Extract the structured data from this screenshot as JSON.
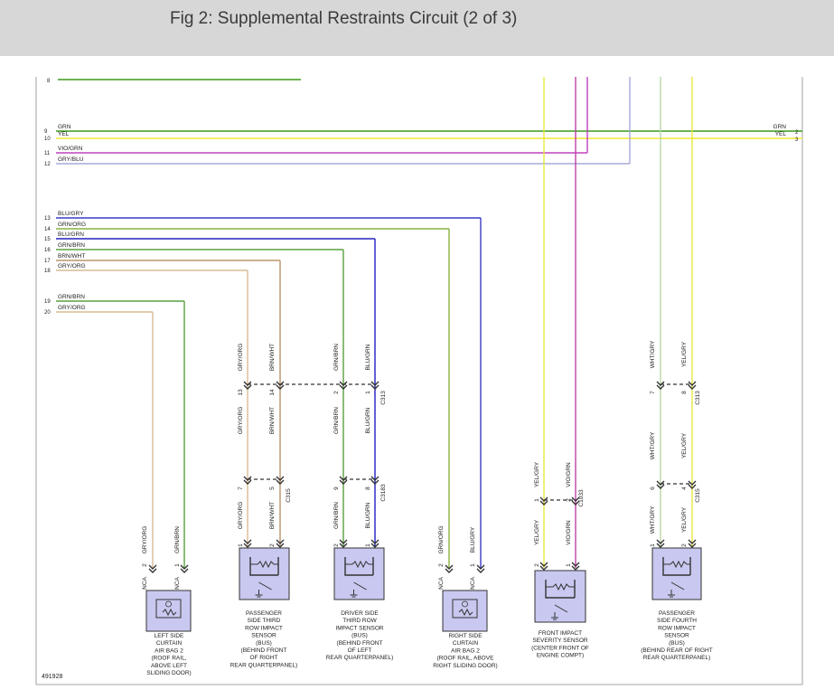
{
  "title": "Fig 2: Supplemental Restraints Circuit (2 of 3)",
  "figure_id": "491928",
  "colors": {
    "GRN": "#3a9a1a",
    "YEL": "#f0e830",
    "VIO": "#c040c0",
    "GRY": "#a8a8d8",
    "BLU": "#2020c0",
    "BLUGRY": "#3a3ac8",
    "GRNORG": "#8ab040",
    "BRN": "#b88a55",
    "GRYORG": "#d8bc94",
    "BRNWHT": "#b8956a",
    "GRNBRN": "#5aa040",
    "BLUGRN": "#2a40c0",
    "YELGRY": "#e8e840",
    "VIOGRN": "#c040a8",
    "WHTGRY": "#b8d8a8",
    "component_fill": "#c8c8f0"
  },
  "top_pin": "8",
  "buses": [
    {
      "pin": "9",
      "label": "GRN",
      "right_label": "GRN",
      "right_pin": "2",
      "color": "GRN"
    },
    {
      "pin": "10",
      "label": "YEL",
      "right_label": "YEL",
      "right_pin": "3",
      "color": "YEL"
    },
    {
      "pin": "11",
      "label": "VIO/GRN",
      "right_label": "",
      "right_pin": "",
      "color": "VIO"
    },
    {
      "pin": "12",
      "label": "GRY/BLU",
      "right_label": "",
      "right_pin": "",
      "color": "GRY"
    },
    {
      "pin": "13",
      "label": "BLU/GRY",
      "right_label": "",
      "right_pin": "",
      "color": "BLUGRY"
    },
    {
      "pin": "14",
      "label": "GRN/ORG",
      "right_label": "",
      "right_pin": "",
      "color": "GRNORG"
    },
    {
      "pin": "15",
      "label": "BLU/GRN",
      "right_label": "",
      "right_pin": "",
      "color": "BLU"
    },
    {
      "pin": "16",
      "label": "GRN/BRN",
      "right_label": "",
      "right_pin": "",
      "color": "GRNBRN"
    },
    {
      "pin": "17",
      "label": "BRN/WHT",
      "right_label": "",
      "right_pin": "",
      "color": "BRNWHT"
    },
    {
      "pin": "18",
      "label": "GRY/ORG",
      "right_label": "",
      "right_pin": "",
      "color": "GRYORG"
    },
    {
      "pin": "19",
      "label": "GRN/BRN",
      "right_label": "",
      "right_pin": "",
      "color": "GRNBRN"
    },
    {
      "pin": "20",
      "label": "GRY/ORG",
      "right_label": "",
      "right_pin": "",
      "color": "GRYORG"
    }
  ],
  "connectors": {
    "c1": "C313",
    "c2": "C315",
    "c3": "C3183",
    "c4": "C313",
    "c5": "C315",
    "c6": "C1033"
  },
  "wire_labels": {
    "gryorg": "GRY/ORG",
    "brnwht": "BRN/WHT",
    "grnbrn": "GRN/BRN",
    "blugrn": "BLU/GRN",
    "whtgry": "WHT/GRY",
    "yelgry": "YEL/GRY",
    "viogrn": "VIO/GRN",
    "grnorg": "GRN/ORG",
    "blugry": "BLU/GRY",
    "nca": "NCA"
  },
  "pins": {
    "p13": "13",
    "p14": "14",
    "p2": "2",
    "p1": "1",
    "p7": "7",
    "p5": "5",
    "p9": "9",
    "p8": "8",
    "p6": "6",
    "p4": "4"
  },
  "components": [
    {
      "lines": [
        "LEFT SIDE",
        "CURTAIN",
        "AIR BAG 2",
        "(ROOF RAIL,",
        "ABOVE LEFT",
        "SLIDING DOOR)"
      ]
    },
    {
      "lines": [
        "PASSENGER",
        "SIDE THIRD",
        "ROW IMPACT",
        "SENSOR",
        "(BUS)",
        "(BEHIND FRONT",
        "OF RIGHT",
        "REAR QUARTERPANEL)"
      ]
    },
    {
      "lines": [
        "DRIVER SIDE",
        "THIRD ROW",
        "IMPACT SENSOR",
        "(BUS)",
        "(BEHIND FRONT",
        "OF LEFT",
        "REAR QUARTERPANEL)"
      ]
    },
    {
      "lines": [
        "RIGHT SIDE",
        "CURTAIN",
        "AIR BAG 2",
        "(ROOF RAIL, ABOVE",
        "RIGHT SLIDING DOOR)"
      ]
    },
    {
      "lines": [
        "FRONT IMPACT",
        "SEVERITY SENSOR",
        "(CENTER FRONT OF",
        "ENGINE COMPT)"
      ]
    },
    {
      "lines": [
        "PASSENGER",
        "SIDE FOURTH",
        "ROW IMPACT",
        "SENSOR",
        "(BUS)",
        "(BEHIND REAR OF RIGHT",
        "REAR QUARTERPANEL)"
      ]
    }
  ]
}
